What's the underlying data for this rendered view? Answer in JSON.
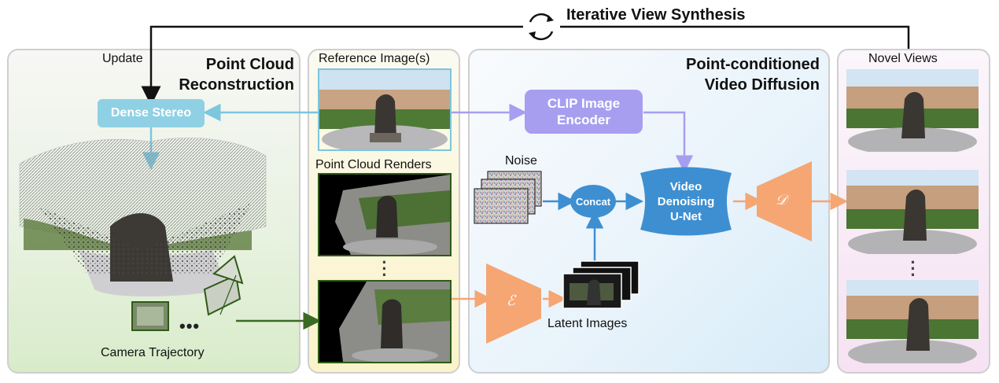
{
  "top": {
    "title": "Iterative View Synthesis"
  },
  "reconstruction": {
    "heading_line1": "Point Cloud",
    "heading_line2": "Reconstruction",
    "update_label": "Update",
    "dense_stereo": "Dense Stereo",
    "camera_label": "Camera Trajectory",
    "camera_dots": "•••"
  },
  "reference": {
    "ref_label": "Reference Image(s)",
    "renders_label": "Point Cloud Renders"
  },
  "diffusion": {
    "heading_line1": "Point-conditioned",
    "heading_line2": "Video Diffusion",
    "clip_line1": "CLIP Image",
    "clip_line2": "Encoder",
    "noise_label": "Noise",
    "concat_label": "Concat",
    "unet_line1": "Video",
    "unet_line2": "Denoising",
    "unet_line3": "U-Net",
    "encoder_symbol": "ℰ",
    "decoder_symbol": "𝒟",
    "latent_label": "Latent Images"
  },
  "novel": {
    "label": "Novel Views"
  },
  "colors": {
    "dense_stereo": "#8fd0e4",
    "clip": "#a89ef0",
    "unet": "#3d8fd1",
    "orange": "#f5a673",
    "green_arrow": "#3b6b22"
  }
}
